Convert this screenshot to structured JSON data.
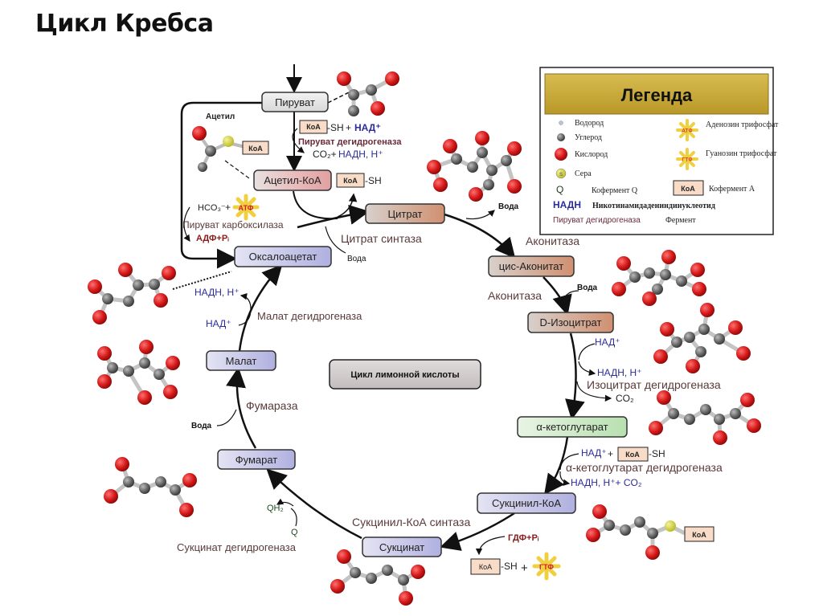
{
  "title": "Цикл Кребса",
  "center_label": "Цикл лимонной кислоты",
  "nodes": {
    "pyruvate": "Пируват",
    "acetyl_coa": "Ацетил-КоА",
    "citrate": "Цитрат",
    "cis_aconitate": "цис-Аконитат",
    "isocitrate": "D-Изоцитрат",
    "alpha_kg": "α-кетоглутарат",
    "succinyl_coa": "Сукцинил-КоА",
    "succinate": "Сукцинат",
    "fumarate": "Фумарат",
    "malate": "Малат",
    "oxaloacetate": "Оксалоацетат"
  },
  "enzymes": {
    "pdh": "Пируват дегидрогеназа",
    "pc": "Пируват карбоксилаза",
    "cs": "Цитрат синтаза",
    "acon1": "Аконитаза",
    "acon2": "Аконитаза",
    "idh": "Изоцитрат дегидрогеназа",
    "akgdh": "α-кетоглутарат дегидрогеназа",
    "scs": "Сукцинил-КоА синтаза",
    "sdh": "Сукцинат дегидрогеназа",
    "fum": "Фумараза",
    "mdh": "Малат дегидрогеназа"
  },
  "labels": {
    "acetyl": "Ацетил",
    "koa": "КоА",
    "sh": "-SH",
    "plus": "+",
    "nad_plus": "НАД⁺",
    "nadh_h": "НАДН, Н⁺",
    "co2": "CO₂",
    "co2_plus": "CO₂+",
    "water": "Вода",
    "hco3": "HCO₃⁻",
    "atp": "АТФ",
    "gtp": "ГТФ",
    "adp_pi": "АДФ+Pᵢ",
    "gdp_pi": "ГДФ+Pᵢ",
    "q": "Q",
    "qh2": "QH₂",
    "nadh_h_co2": "НАДН, Н⁺+ CO₂",
    "sulfur": "S"
  },
  "legend": {
    "title": "Легенда",
    "items": [
      {
        "symbol": "hydrogen",
        "label": "Водород"
      },
      {
        "symbol": "carbon",
        "label": "Углерод"
      },
      {
        "symbol": "oxygen",
        "label": "Кислород"
      },
      {
        "symbol": "sulfur",
        "label": "Сера"
      },
      {
        "symbol": "Q",
        "label": "Кофермент Q"
      },
      {
        "symbol": "НАДН",
        "label": "Никотинамидадениндинуклеотид"
      },
      {
        "symbol": "Пируват дегидрогеназа",
        "label": "Фермент"
      },
      {
        "symbol": "АТФ",
        "label": "Аденозин трифосфат"
      },
      {
        "symbol": "ГТФ",
        "label": "Гуанозин трифосфат"
      },
      {
        "symbol": "КоА",
        "label": "Кофермент А"
      }
    ]
  },
  "colors": {
    "legend_header": "#c8a838",
    "oxygen": "#d42020",
    "carbon": "#6a6a6a",
    "sulfur": "#c8c830",
    "koa_fill": "#f8dcc8",
    "nad_blue": "#2b2b9c",
    "enzyme_brown": "#5a3a3a"
  }
}
